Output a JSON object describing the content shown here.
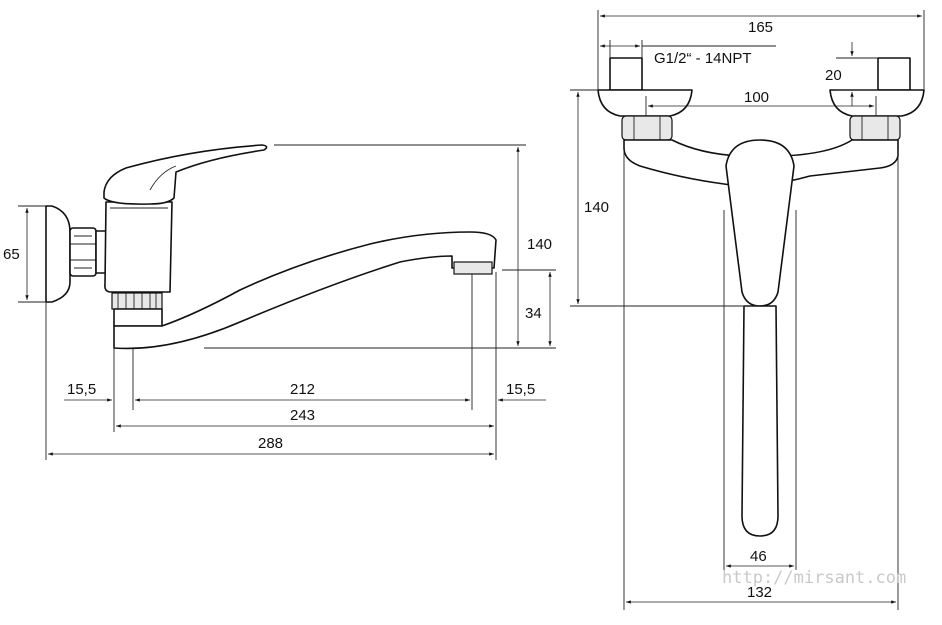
{
  "side_view": {
    "dims": {
      "d65": "65",
      "d140": "140",
      "d34": "34",
      "d15_5_left": "15,5",
      "d212": "212",
      "d15_5_right": "15,5",
      "d243": "243",
      "d288": "288"
    }
  },
  "front_view": {
    "dims": {
      "d165": "165",
      "thread": "G1/2“ - 14NPT",
      "d20": "20",
      "d100": "100",
      "d140": "140",
      "d46": "46",
      "d132": "132"
    }
  },
  "watermark": "http://mirsant.com",
  "colors": {
    "line": "#111111",
    "watermark": "#c9c9c9"
  }
}
